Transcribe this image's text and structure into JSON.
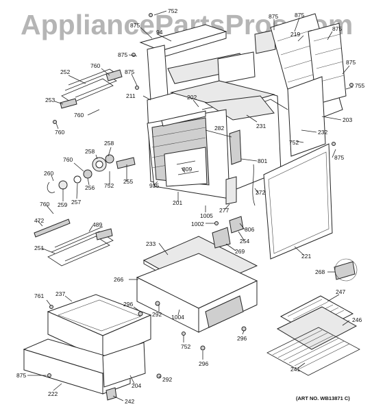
{
  "watermark": "AppliancePartsPros.com",
  "art_number": "(ART NO. WB13871 C)",
  "callouts": [
    {
      "id": "c752a",
      "text": "752"
    },
    {
      "id": "c875a",
      "text": "875"
    },
    {
      "id": "c94",
      "text": "94"
    },
    {
      "id": "c875b",
      "text": "875"
    },
    {
      "id": "c875c",
      "text": "875"
    },
    {
      "id": "c219",
      "text": "219"
    },
    {
      "id": "c875d",
      "text": "875"
    },
    {
      "id": "c875e",
      "text": "875"
    },
    {
      "id": "c875f",
      "text": "875"
    },
    {
      "id": "c755",
      "text": "755"
    },
    {
      "id": "c203",
      "text": "203"
    },
    {
      "id": "c252",
      "text": "252"
    },
    {
      "id": "c760a",
      "text": "760"
    },
    {
      "id": "c211",
      "text": "211"
    },
    {
      "id": "c253",
      "text": "253"
    },
    {
      "id": "c760b",
      "text": "760"
    },
    {
      "id": "c760c",
      "text": "760"
    },
    {
      "id": "c202",
      "text": "202"
    },
    {
      "id": "c231",
      "text": "231"
    },
    {
      "id": "c282",
      "text": "282"
    },
    {
      "id": "c232",
      "text": "232"
    },
    {
      "id": "c752b",
      "text": "752"
    },
    {
      "id": "c875g",
      "text": "875"
    },
    {
      "id": "c258a",
      "text": "258"
    },
    {
      "id": "c258b",
      "text": "258"
    },
    {
      "id": "c760d",
      "text": "760"
    },
    {
      "id": "c801",
      "text": "801"
    },
    {
      "id": "c809",
      "text": "809"
    },
    {
      "id": "c260",
      "text": "260"
    },
    {
      "id": "c255",
      "text": "255"
    },
    {
      "id": "c256",
      "text": "256"
    },
    {
      "id": "c752c",
      "text": "752"
    },
    {
      "id": "c935",
      "text": "935"
    },
    {
      "id": "c272",
      "text": "272"
    },
    {
      "id": "c259",
      "text": "259"
    },
    {
      "id": "c257",
      "text": "257"
    },
    {
      "id": "c201",
      "text": "201"
    },
    {
      "id": "c760e",
      "text": "760"
    },
    {
      "id": "c1005",
      "text": "1005"
    },
    {
      "id": "c277",
      "text": "277"
    },
    {
      "id": "c472",
      "text": "472"
    },
    {
      "id": "c489",
      "text": "489"
    },
    {
      "id": "c1002",
      "text": "1002"
    },
    {
      "id": "c806",
      "text": "806"
    },
    {
      "id": "c254",
      "text": "254"
    },
    {
      "id": "c251",
      "text": "251"
    },
    {
      "id": "c233",
      "text": "233"
    },
    {
      "id": "c269",
      "text": "269"
    },
    {
      "id": "c221",
      "text": "221"
    },
    {
      "id": "c268",
      "text": "268"
    },
    {
      "id": "c266",
      "text": "266"
    },
    {
      "id": "c761",
      "text": "761"
    },
    {
      "id": "c237",
      "text": "237"
    },
    {
      "id": "c296a",
      "text": "296"
    },
    {
      "id": "c292a",
      "text": "292"
    },
    {
      "id": "c1004",
      "text": "1004"
    },
    {
      "id": "c247",
      "text": "247"
    },
    {
      "id": "c246",
      "text": "246"
    },
    {
      "id": "c296b",
      "text": "296"
    },
    {
      "id": "c752d",
      "text": "752"
    },
    {
      "id": "c296c",
      "text": "296"
    },
    {
      "id": "c241",
      "text": "241"
    },
    {
      "id": "c875h",
      "text": "875"
    },
    {
      "id": "c204",
      "text": "204"
    },
    {
      "id": "c292b",
      "text": "292"
    },
    {
      "id": "c222",
      "text": "222"
    },
    {
      "id": "c242",
      "text": "242"
    }
  ]
}
